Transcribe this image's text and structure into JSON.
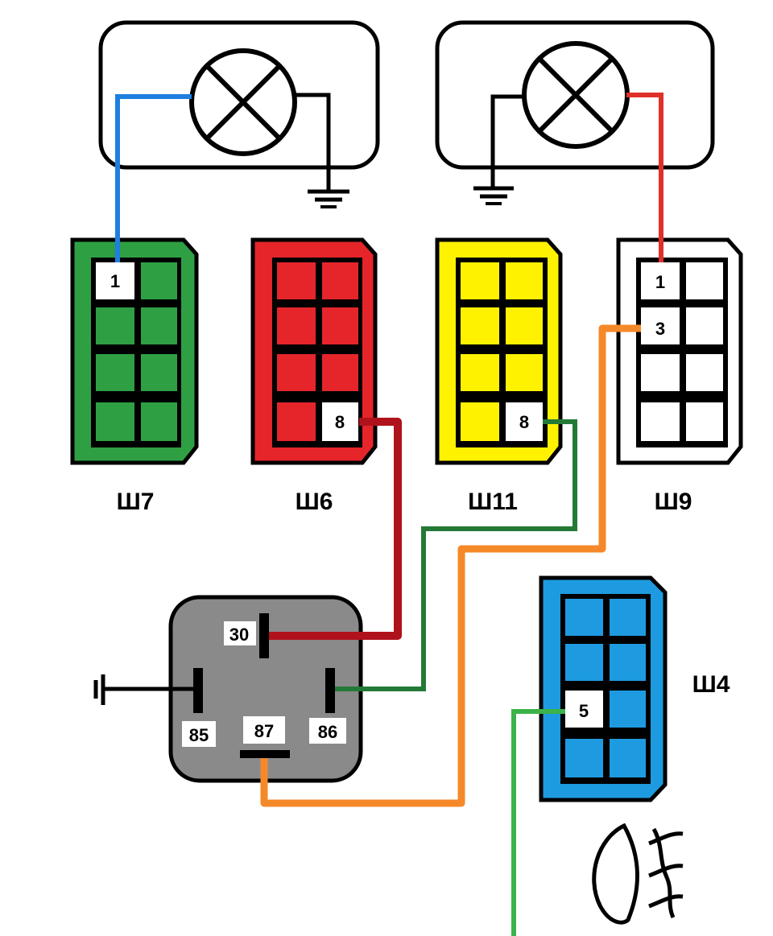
{
  "connectors": {
    "sh7": {
      "name": "Ш7",
      "color": "#2ea043",
      "pin1": "1"
    },
    "sh6": {
      "name": "Ш6",
      "color": "#e5252a",
      "pin8": "8"
    },
    "sh11": {
      "name": "Ш11",
      "color": "#fff200",
      "pin8": "8"
    },
    "sh9": {
      "name": "Ш9",
      "color": "#ffffff",
      "pin1": "1",
      "pin3": "3"
    },
    "sh4": {
      "name": "Ш4",
      "color": "#1e9be0",
      "pin5": "5"
    }
  },
  "relay": {
    "color": "#8a8a8a",
    "pin30": "30",
    "pin85": "85",
    "pin86": "86",
    "pin87": "87"
  },
  "wires": {
    "blue": "#1f7fe0",
    "red_lamp": "#e0302a",
    "dark_red": "#b0121b",
    "dark_green": "#237a37",
    "orange": "#f5892a",
    "green": "#3cb34a",
    "black": "#000000"
  },
  "icons": [
    "lamp-icon",
    "ground-icon",
    "fog-light-icon"
  ]
}
